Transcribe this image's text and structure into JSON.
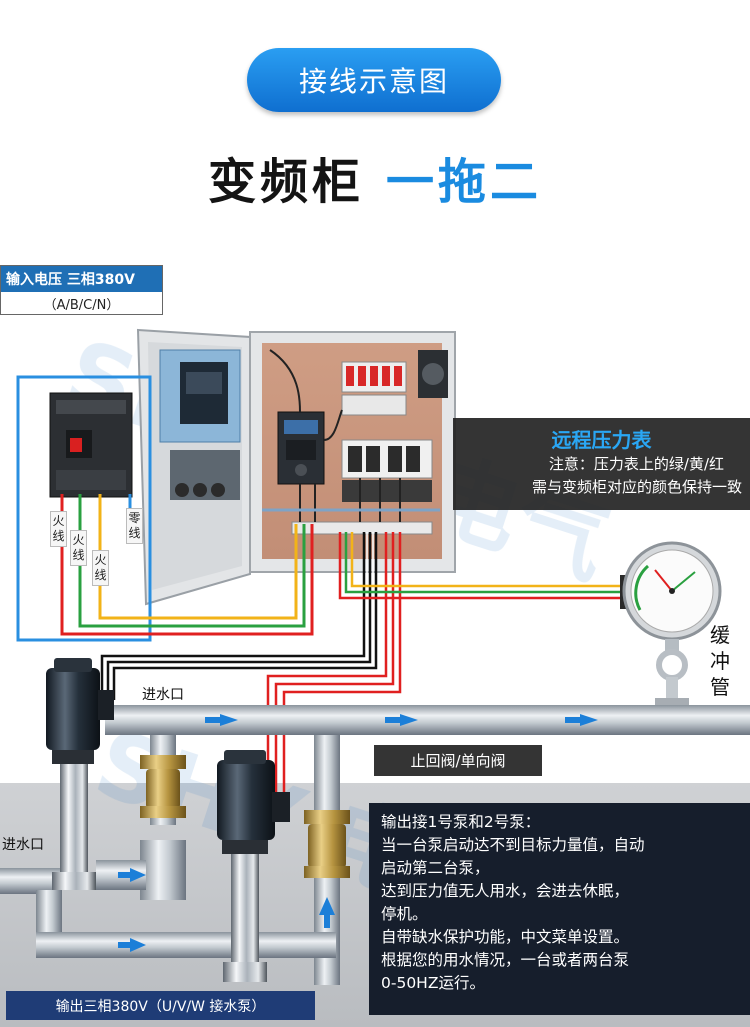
{
  "header": {
    "badge_text": "接线示意图",
    "title_main": "变频柜",
    "title_accent": "一拖二"
  },
  "input_voltage": {
    "title": "输入电压 三相380V",
    "subtitle": "（A/B/C/N）"
  },
  "wire_labels": [
    "火线",
    "火线",
    "火线",
    "零线"
  ],
  "gauge_note": {
    "title": "远程压力表",
    "line1": "注意：压力表上的绿/黄/红",
    "line2": "需与变频柜对应的颜色保持一致"
  },
  "buffer_tube": {
    "label": "缓冲管"
  },
  "inlet_labels": {
    "top": "进水口",
    "left": "进水口"
  },
  "check_valve": {
    "label": "止回阀/单向阀"
  },
  "info": {
    "lines": [
      "输出接1号泵和2号泵：",
      "当一台泵启动达不到目标力量值，自动",
      "启动第二台泵，",
      "达到压力值无人用水，会进去休眠，",
      "停机。",
      "自带缺水保护功能，中文菜单设置。",
      "根据您的用水情况，一台或者两台泵",
      "0-50HZ运行。"
    ]
  },
  "output": {
    "label": "输出三相380V（U/V/W 接水泵）"
  },
  "colors": {
    "brand_blue": "#1a8be0",
    "wire_red": "#e02020",
    "wire_green": "#2aa040",
    "wire_yellow": "#f2b318",
    "wire_blue": "#2a8fe0",
    "wire_black": "#111111"
  }
}
